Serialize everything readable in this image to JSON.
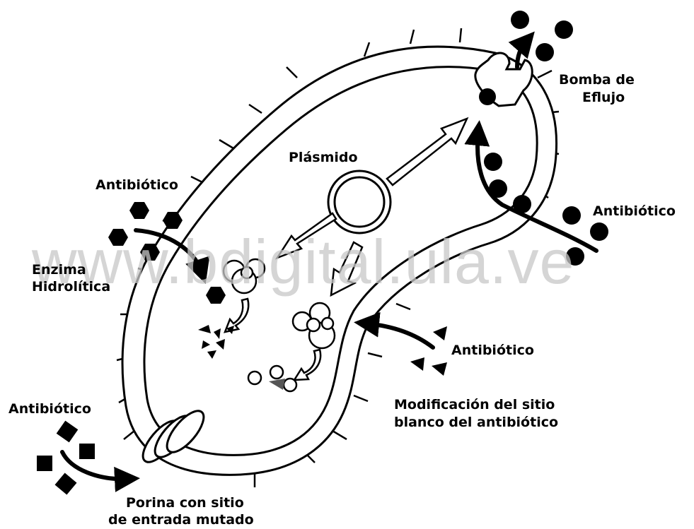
{
  "labels": {
    "plasmid": "Plásmido",
    "antibiotic_top_left": "Antibiótico",
    "enzyme_line1": "Enzima",
    "enzyme_line2": "Hidrolítica",
    "efflux_line1": "Bomba de",
    "efflux_line2": "Eflujo",
    "antibiotic_right": "Antibiótico",
    "antibiotic_mid_right": "Antibiótico",
    "target_mod_line1": "Modificación del sitio",
    "target_mod_line2": "blanco del antibiótico",
    "antibiotic_bottom_left": "Antibiótico",
    "porin_line1": "Porina con sitio",
    "porin_line2": "de entrada mutado"
  },
  "watermark": "www.bdigital.ula.ve",
  "colors": {
    "ink": "#000000",
    "fill": "#ffffff",
    "watermark": "#c8c8c8"
  }
}
